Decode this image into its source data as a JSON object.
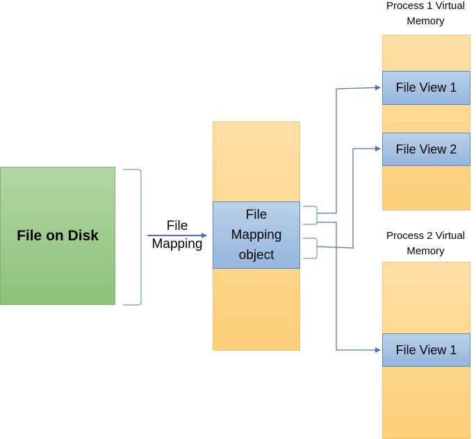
{
  "diagram": {
    "file_on_disk": "File on Disk",
    "arrow_label": "File\nMapping",
    "mapping_object": "File\nMapping\nobject",
    "process1": {
      "title": "Process 1 Virtual\nMemory",
      "views": [
        "File View 1",
        "File View 2"
      ]
    },
    "process2": {
      "title": "Process 2 Virtual\nMemory",
      "views": [
        "File View 1"
      ]
    }
  },
  "colors": {
    "disk_fill": "#a9d18e",
    "memory_fill": "#fed98e",
    "view_fill": "#a9c4e5",
    "connector": "#4472c4"
  }
}
